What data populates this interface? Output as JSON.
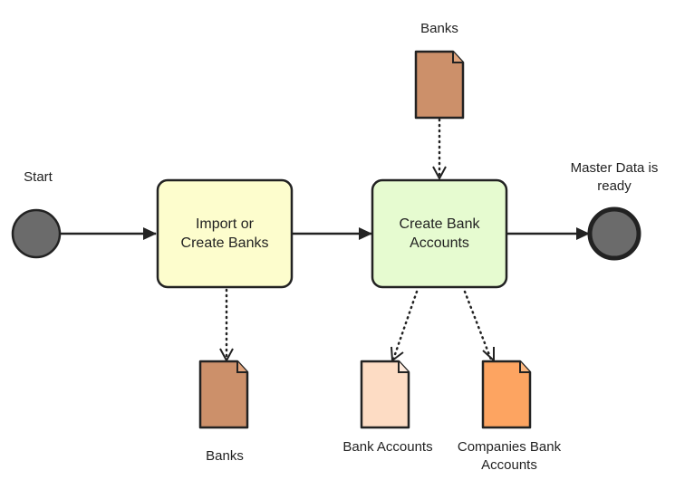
{
  "colors": {
    "stroke": "#222222",
    "event_fill": "#6b6b6b",
    "task1_fill": "#fdfdcd",
    "task2_fill": "#e6fbd0",
    "doc_banks": "#cc906a",
    "doc_bank_accounts": "#fddcc4",
    "doc_companies": "#fda461"
  },
  "events": {
    "start": {
      "label": "Start",
      "icon": "start-event-icon"
    },
    "end": {
      "label": "Master Data is ready",
      "label_line1": "Master Data is",
      "label_line2": "ready",
      "icon": "end-event-icon"
    }
  },
  "tasks": [
    {
      "line1": "Import or",
      "line2": "Create Banks"
    },
    {
      "line1": "Create Bank",
      "line2": "Accounts"
    }
  ],
  "data_objects": {
    "banks_input": {
      "label": "Banks",
      "icon": "document-icon"
    },
    "banks_output": {
      "label": "Banks",
      "icon": "document-icon"
    },
    "bank_accounts": {
      "label": "Bank Accounts",
      "icon": "document-icon"
    },
    "companies_bank_accounts": {
      "label": "Companies Bank Accounts",
      "line1": "Companies Bank",
      "line2": "Accounts",
      "icon": "document-icon"
    }
  }
}
